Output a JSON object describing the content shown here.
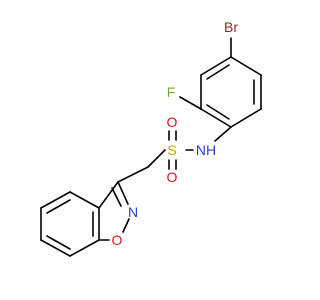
{
  "molecule": {
    "atoms": {
      "br": {
        "label": "Br",
        "color": "#8b2e1a"
      },
      "f": {
        "label": "F",
        "color": "#7aa832"
      },
      "nh": {
        "label": "NH",
        "color": "#2b3fd9"
      },
      "s": {
        "label": "S",
        "color": "#b5a400"
      },
      "o1": {
        "label": "O",
        "color": "#e0161b"
      },
      "o2": {
        "label": "O",
        "color": "#e0161b"
      },
      "n_ring": {
        "label": "N",
        "color": "#2b3fd9"
      },
      "o_ring": {
        "label": "O",
        "color": "#e0161b"
      }
    }
  }
}
